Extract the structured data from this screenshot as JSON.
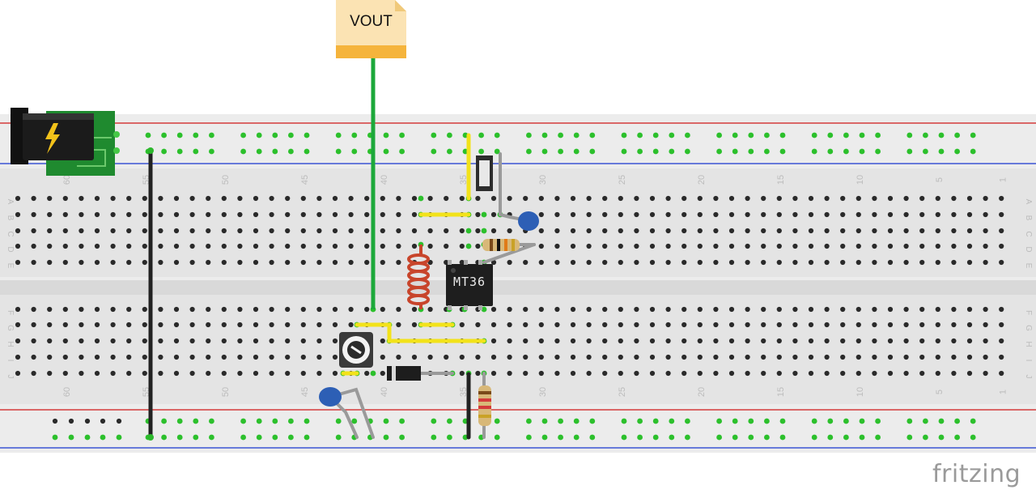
{
  "vout_label": "VOUT",
  "chip_label": "MT36",
  "brand": "fritzing",
  "row_letters_top": [
    "A",
    "B",
    "C",
    "D",
    "E"
  ],
  "row_letters_bottom": [
    "F",
    "G",
    "H",
    "I",
    "J"
  ],
  "column_numbers": [
    "60",
    "55",
    "50",
    "45",
    "40",
    "35",
    "30",
    "25",
    "20",
    "15",
    "10",
    "5",
    "1"
  ],
  "colors": {
    "rail_red": "#d33b3b",
    "rail_blue": "#3b54d3",
    "board": "#ececec",
    "wire_green": "#1ca83a",
    "wire_yellow": "#f2e21a",
    "wire_black": "#222222",
    "capacitor": "#2d5fb5",
    "inductor": "#c8452b",
    "note": "#fbe3b3"
  }
}
